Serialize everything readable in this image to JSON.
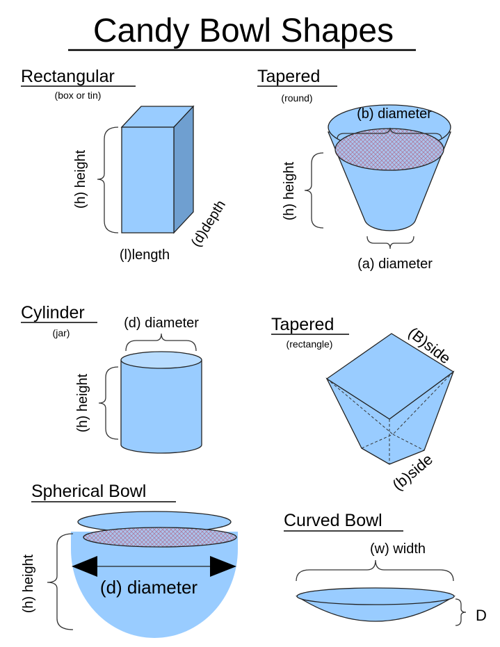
{
  "title": "Candy Bowl Shapes",
  "colors": {
    "fill": "#99ccff",
    "side": "#6f9fd0",
    "hatch": "#b07090"
  },
  "shapes": {
    "rectangular": {
      "heading": "Rectangular",
      "sub": "(box or tin)",
      "height": "(h) height",
      "length": "(l)length",
      "depth": "(d)depth"
    },
    "tapered_round": {
      "heading": "Tapered",
      "sub": "(round)",
      "top": "(b) diameter",
      "height": "(h) height",
      "bottom": "(a) diameter"
    },
    "cylinder": {
      "heading": "Cylinder",
      "sub": "(jar)",
      "diameter": "(d) diameter",
      "height": "(h) height"
    },
    "tapered_rect": {
      "heading": "Tapered",
      "sub": "(rectangle)",
      "top": "(B)side",
      "bottom": "(b)side"
    },
    "spherical": {
      "heading": "Spherical Bowl",
      "diameter": "(d) diameter",
      "height": "(h) height"
    },
    "curved": {
      "heading": "Curved Bowl",
      "width": "(w) width",
      "depth": "D"
    }
  }
}
